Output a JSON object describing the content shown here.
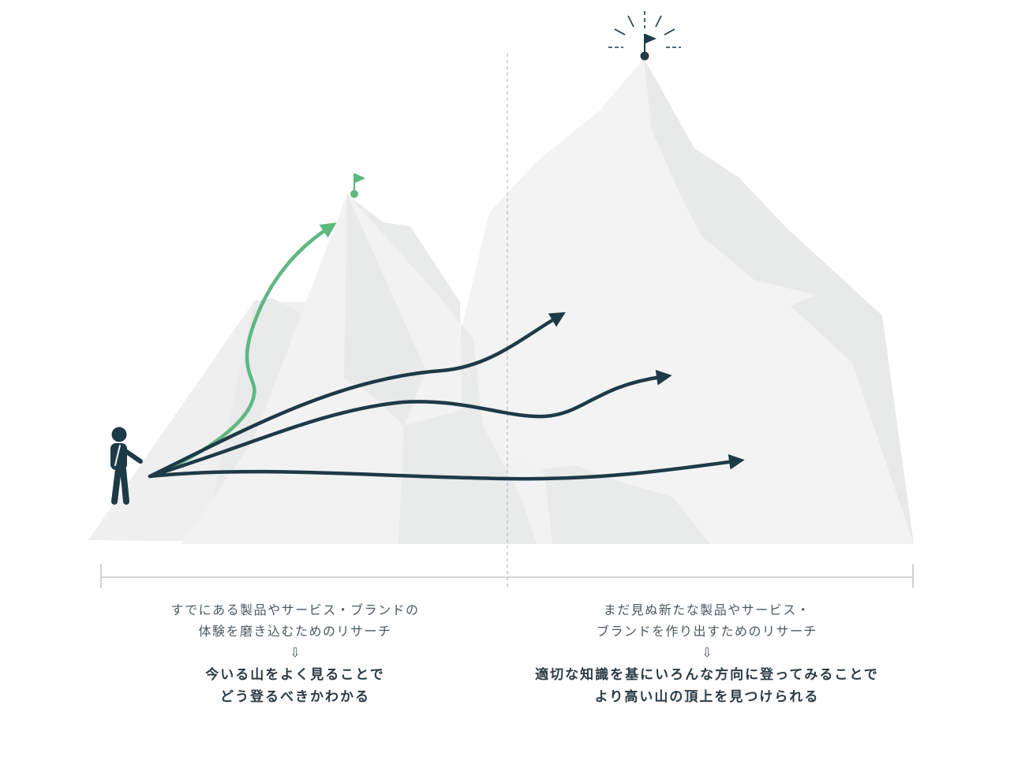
{
  "colors": {
    "background": "#ffffff",
    "mountain_light": "#f3f3f3",
    "mountain_shadow": "#e7e8e8",
    "arrow_dark": "#1e3a47",
    "arrow_green": "#5cb87f",
    "divider": "#bfc3c5"
  },
  "icons": {
    "hiker": "hiker-icon",
    "small_flag": "flag-icon",
    "summit_flag": "summit-flag-icon",
    "down_arrow": "down-arrow-icon"
  },
  "left": {
    "subtitle_line1": "すでにある製品やサービス・ブランドの",
    "subtitle_line2": "体験を磨き込むためのリサーチ",
    "arrow_glyph": "⇩",
    "main_line1": "今いる山をよく見ることで",
    "main_line2": "どう登るべきかわかる"
  },
  "right": {
    "subtitle_line1": "まだ見ぬ新たな製品やサービス・",
    "subtitle_line2": "ブランドを作り出すためのリサーチ",
    "arrow_glyph": "⇩",
    "main_line1": "適切な知識を基にいろんな方向に登ってみることで",
    "main_line2": "より高い山の頂上を見つけられる"
  }
}
